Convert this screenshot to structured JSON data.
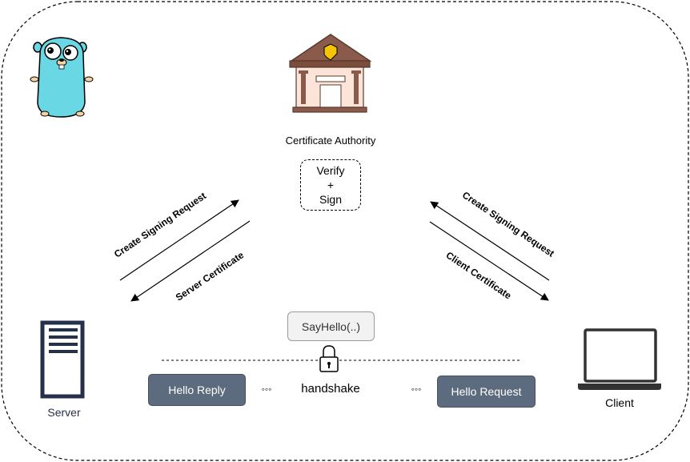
{
  "ca": {
    "label": "Certificate Authority",
    "verify_line1": "Verify",
    "verify_line2": "+",
    "verify_line3": "Sign"
  },
  "server": {
    "label": "Server"
  },
  "client": {
    "label": "Client"
  },
  "arrows": {
    "server_csr": "Create Signing Request",
    "server_cert": "Server Certificate",
    "client_csr": "Create Signing Request",
    "client_cert": "Client Certificate"
  },
  "channel": {
    "rpc": "SayHello(..)",
    "handshake": "handshake",
    "hello_reply": "Hello Reply",
    "hello_request": "Hello Request",
    "dots": "◦◦◦"
  },
  "icons": [
    "gopher-icon",
    "bank-icon",
    "server-icon",
    "laptop-icon",
    "padlock-icon"
  ],
  "colors": {
    "gopher": "#6ad7e5",
    "bank_brown": "#8a5a4a",
    "roof_brown": "#7a4d3d",
    "shield": "#f5c400",
    "pill_dark": "#5c6b7e"
  }
}
